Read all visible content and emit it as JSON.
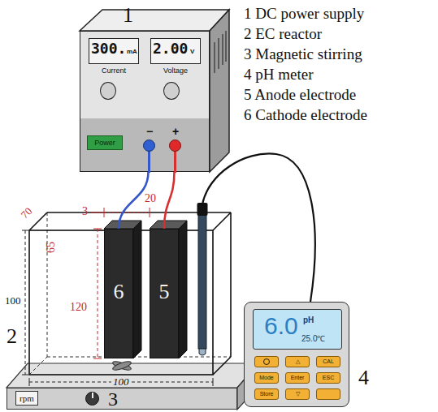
{
  "diagram": {
    "nodes": [
      {
        "text": [
          "1",
          "300.",
          "mA",
          "Current",
          "2.00",
          "V",
          "Voltage",
          "Power",
          "−",
          "+"
        ]
      },
      {
        "text": [
          "6"
        ]
      },
      {
        "text": [
          "5"
        ]
      },
      {
        "text": [
          "3",
          "rpm"
        ]
      },
      {
        "text": [
          "4",
          "6.0",
          "pH",
          "25.0℃",
          "△",
          "CAL",
          "Mode",
          "Enter",
          "ESC",
          "Store",
          "▽"
        ]
      }
    ],
    "edges": [
      {
        "from": 0,
        "to": 1,
        "arrow": "none"
      },
      {
        "from": 0,
        "to": 2,
        "arrow": "none"
      }
    ],
    "labels": [
      "1 DC power supply",
      "2 EC reactor",
      "3 Magnetic stirring",
      "4 pH meter",
      "5 Anode electrode",
      "6 Cathode electrode",
      "3",
      "20",
      "65",
      "70",
      "120",
      "100",
      "2",
      "100"
    ]
  }
}
